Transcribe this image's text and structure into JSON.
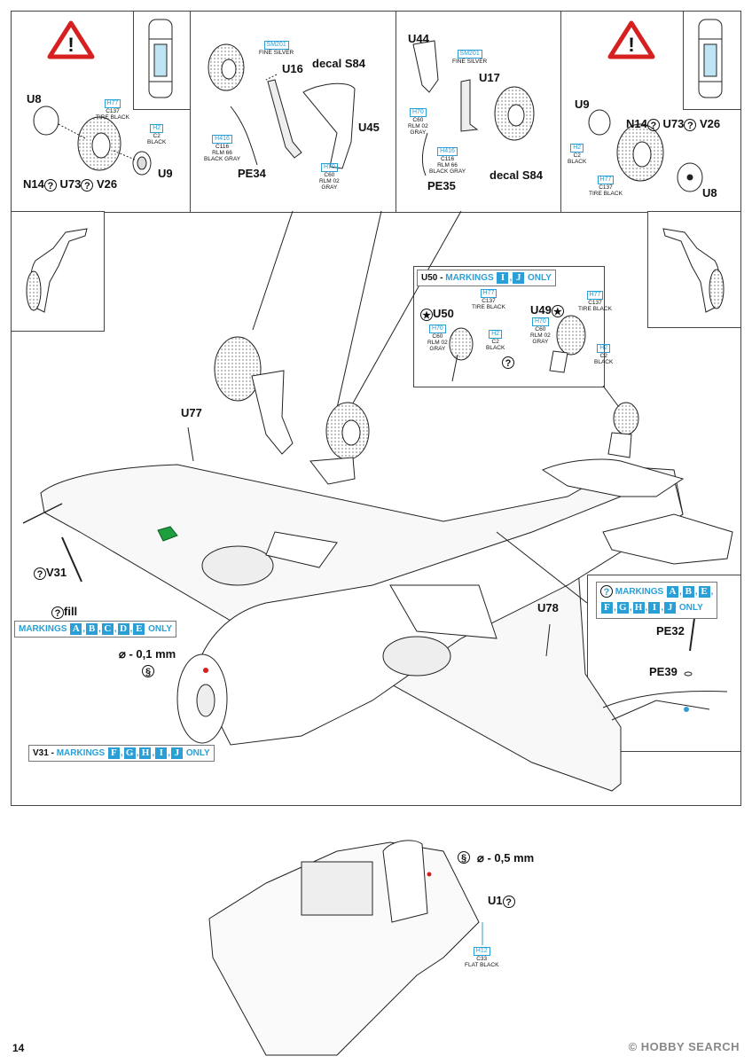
{
  "page_number": "14",
  "watermark": "© HOBBY SEARCH",
  "panels": {
    "left_wheel": {
      "parts": [
        "U8",
        "U9"
      ],
      "options_line": [
        "N14",
        "U73",
        "V26"
      ],
      "paint_tire": {
        "code": "H77",
        "ref": "C137",
        "name": "TIRE BLACK"
      },
      "paint_hub": {
        "code": "H2",
        "ref": "C2",
        "name": "BLACK"
      }
    },
    "left_strut": {
      "parts": [
        "U16",
        "U45",
        "PE34"
      ],
      "decal": "decal S84",
      "paint_silver": {
        "code": "SM201",
        "name": "FINE SILVER"
      },
      "paint_rlm66": {
        "code": "H416",
        "ref": "C116",
        "name1": "RLM 66",
        "name2": "BLACK GRAY"
      },
      "paint_rlm02": {
        "code": "H70",
        "ref": "C60",
        "name1": "RLM 02",
        "name2": "GRAY"
      }
    },
    "right_strut": {
      "parts": [
        "U44",
        "U17",
        "PE35"
      ],
      "decal": "decal S84",
      "paint_silver": {
        "code": "SM201",
        "name": "FINE SILVER"
      },
      "paint_rlm02": {
        "code": "H70",
        "ref": "C60",
        "name1": "RLM 02",
        "name2": "GRAY"
      },
      "paint_rlm66": {
        "code": "H416",
        "ref": "C116",
        "name1": "RLM 66",
        "name2": "BLACK GRAY"
      }
    },
    "right_wheel": {
      "parts": [
        "U9",
        "U8"
      ],
      "options_line": [
        "N14",
        "U73",
        "V26"
      ],
      "paint_hub": {
        "code": "H2",
        "ref": "C2",
        "name": "BLACK"
      },
      "paint_tire": {
        "code": "H77",
        "ref": "C137",
        "name": "TIRE BLACK"
      }
    },
    "tailwheel": {
      "title_prefix": "U50 - ",
      "title_word": "MARKINGS",
      "title_letters": [
        "I",
        "J"
      ],
      "title_suffix": "ONLY",
      "part_a": "U50",
      "part_b": "U49",
      "paint_tire": {
        "code": "H77",
        "ref": "C137",
        "name": "TIRE BLACK"
      },
      "paint_strut": {
        "code": "H70",
        "ref": "C60",
        "name1": "RLM 02",
        "name2": "GRAY"
      },
      "paint_hub": {
        "code": "H2",
        "ref": "C2",
        "name": "BLACK"
      }
    },
    "main_assembly": {
      "parts": [
        "U77",
        "U78",
        "V31"
      ],
      "fill": "fill",
      "drill_1": "⌀ - 0,1 mm",
      "markings_1": {
        "word": "MARKINGS",
        "letters": [
          "A",
          "B",
          "C",
          "D",
          "E"
        ],
        "suffix": "ONLY"
      },
      "markings_v31": {
        "prefix": "V31 - ",
        "word": "MARKINGS",
        "letters": [
          "F",
          "G",
          "H",
          "I",
          "J"
        ],
        "suffix": "ONLY"
      }
    },
    "antenna_inset": {
      "markings": {
        "word": "MARKINGS",
        "letters_row1": [
          "A",
          "B",
          "E"
        ],
        "letters_row2": [
          "F",
          "G",
          "H",
          "I",
          "J"
        ],
        "suffix": "ONLY"
      },
      "parts": [
        "PE32",
        "PE39"
      ]
    },
    "cockpit": {
      "drill": "⌀ - 0,5 mm",
      "part": "U1",
      "paint": {
        "code": "H12",
        "ref": "C33",
        "name": "FLAT BLACK"
      }
    }
  },
  "colors": {
    "accent": "#2a9fd6",
    "warning": "#d62020",
    "line": "#222222",
    "highlight": "#1e9e3e"
  }
}
